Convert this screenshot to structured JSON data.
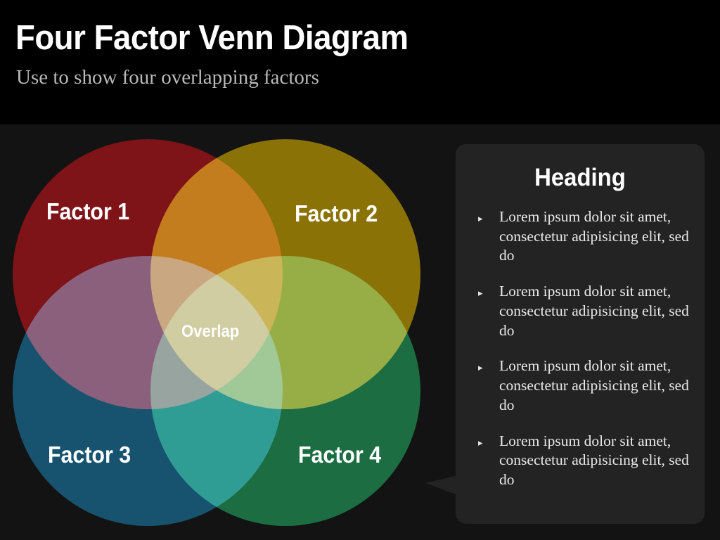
{
  "header": {
    "title": "Four Factor Venn Diagram",
    "subtitle": "Use to show four overlapping factors"
  },
  "venn": {
    "labels": {
      "factor1": "Factor 1",
      "factor2": "Factor 2",
      "factor3": "Factor 3",
      "factor4": "Factor 4",
      "overlap": "Overlap"
    },
    "colors": {
      "factor1": "#7e1318",
      "factor2": "#8a7207",
      "factor3": "#17536f",
      "factor4": "#1c6d42",
      "overlap_center": "#c5821f",
      "overlap_top": "#bf6f10",
      "overlap_left": "#7d3243",
      "overlap_right": "#8e9322",
      "overlap_bottom": "#2a8395"
    }
  },
  "panel": {
    "heading": "Heading",
    "bullet_marker": "▸",
    "bullets": [
      "Lorem ipsum dolor sit amet, consectetur adipisicing elit, sed do",
      "Lorem ipsum dolor sit amet, consectetur adipisicing elit, sed do",
      "Lorem ipsum dolor sit amet, consectetur adipisicing elit, sed do",
      "Lorem ipsum dolor sit amet, consectetur adipisicing elit, sed do"
    ]
  },
  "theme": {
    "background": "#131313",
    "header_background": "#000000",
    "panel_background": "#232323",
    "text_primary": "#ffffff",
    "text_secondary": "#b9b9b9"
  }
}
